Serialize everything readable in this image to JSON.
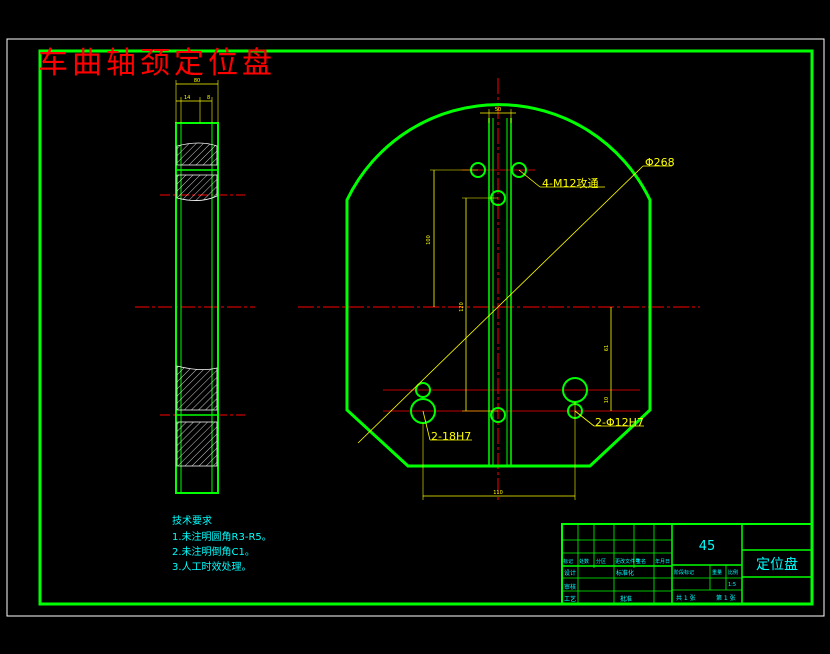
{
  "title": "车曲轴颈定位盘",
  "labels": {
    "tapped_holes": "4-M12攻通",
    "diameter": "Φ268",
    "pin_holes_large": "2-18H7",
    "pin_holes_small": "2-Φ12H7"
  },
  "dimensions": {
    "bottom_width": "110",
    "vertical_100": "100",
    "vertical_mid": "120",
    "vertical_right": "61",
    "vertical_right_small": "10",
    "top_slot": "50",
    "side_top": "80",
    "side_sub_left": "14",
    "side_sub_right": "8"
  },
  "tech_requirements": {
    "heading": "技术要求",
    "items": [
      "1.未注明圆角R3-R5。",
      "2.未注明倒角C1。",
      "3.人工时效处理。"
    ]
  },
  "title_block": {
    "material": "45",
    "part_name": "定位盘",
    "scale": "1:5",
    "sheets_total": "共 1 张",
    "sheet_no": "第 1 张",
    "row_labels": [
      "标记",
      "处数",
      "分区",
      "更改文件号",
      "签名",
      "年月日"
    ],
    "design": "设计",
    "standardize": "标准化",
    "review": "审核",
    "process": "工艺",
    "approve": "批准",
    "stage_mark": "阶段标记",
    "weight": "重量",
    "ratio": "比例"
  },
  "colors": {
    "background": "#000000",
    "outline": "#00ff00",
    "dimension": "#ffff00",
    "centerline": "#ff0000",
    "text": "#00ffff",
    "title": "#ff0000",
    "hatch": "#ffffff"
  }
}
